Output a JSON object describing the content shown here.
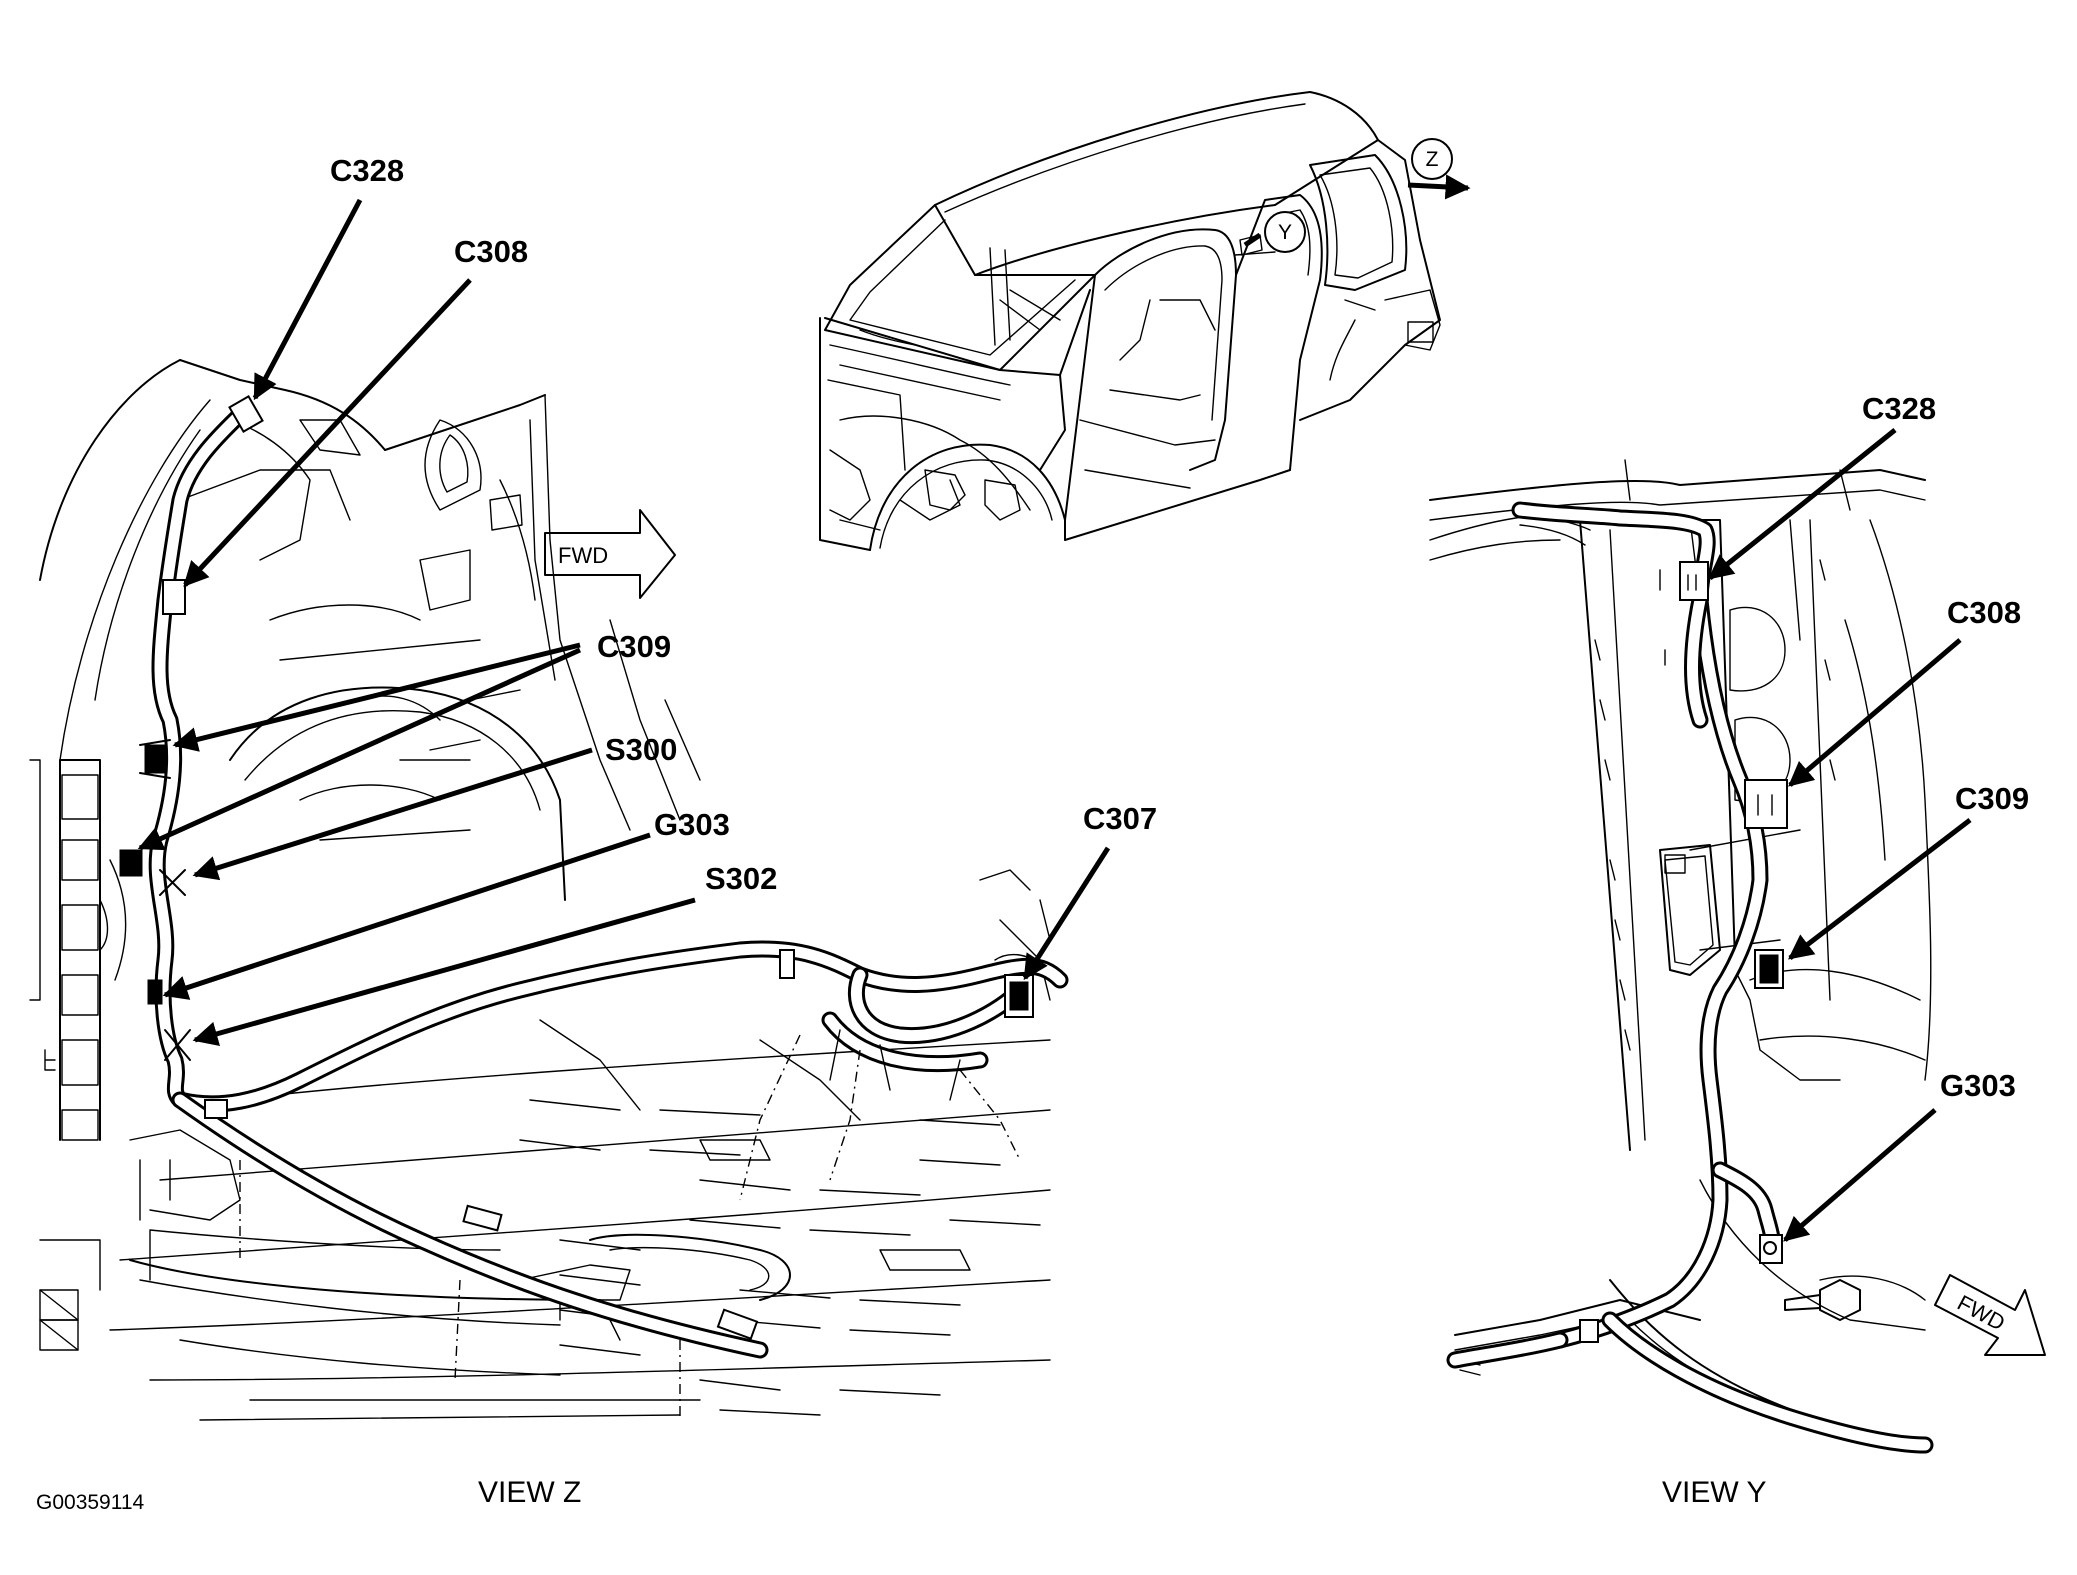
{
  "figure_id": "G00359114",
  "views": {
    "z": {
      "caption": "VIEW Z",
      "fwd_label": "FWD",
      "labels": {
        "c328": "C328",
        "c308": "C308",
        "c309": "C309",
        "s300": "S300",
        "g303": "G303",
        "s302": "S302",
        "c307": "C307"
      }
    },
    "y": {
      "caption": "VIEW Y",
      "fwd_label": "FWD",
      "labels": {
        "c328": "C328",
        "c308": "C308",
        "c309": "C309",
        "g303": "G303"
      }
    }
  },
  "vehicle": {
    "view_marker_z": "Z",
    "view_marker_y": "Y"
  }
}
